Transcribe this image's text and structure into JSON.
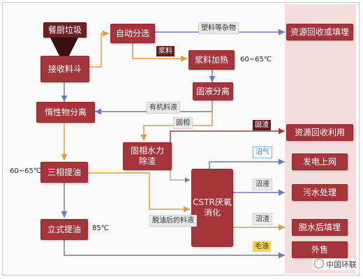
{
  "nodes": {
    "kitchen_waste": "餐厨垃圾",
    "receiving_hopper": "接收料斗",
    "auto_sorting": "自动分选",
    "slurry_heating": "浆料加热",
    "solid_liquid_separation": "固液分离",
    "inert_separation": "惰性物分离",
    "solid_hydro_deslagging": "固相水力除渣",
    "three_phase_oil": "三相提油",
    "vertical_oil": "立式提油",
    "cstr_line1": "CSTR厌氧",
    "cstr_line2": "消化",
    "resource_recycle_landfill": "资源回收或填埋",
    "resource_recycle_use": "资源回收利用",
    "power_grid": "发电上网",
    "wastewater_treatment": "污水处理",
    "dewater_landfill": "脱水后填埋",
    "external_sale": "外售"
  },
  "labels": {
    "plastic_debris": "塑料等杂物",
    "slurry": "浆料",
    "organic_slurry": "有机料液",
    "solid_phase": "固相",
    "solid_residue": "固渣",
    "biogas": "沼气",
    "digestate_liquid": "沼液",
    "de_oiled_slurry": "脱油后的料液",
    "digestate_residue": "沼渣",
    "crude_oil": "毛油"
  },
  "temperatures": {
    "heating": "60~65℃",
    "three_phase": "60~65℃",
    "vertical": "85℃"
  },
  "watermark": "中国环联",
  "colors": {
    "box": "#a5353a",
    "box_dark": "#6d1f22",
    "band": "#f3dcdc",
    "arrow_main": "#6c7bb3",
    "arrow_orange": "#e39a3d",
    "arrow_red": "#a5353a",
    "arrow_gray": "#999999"
  }
}
